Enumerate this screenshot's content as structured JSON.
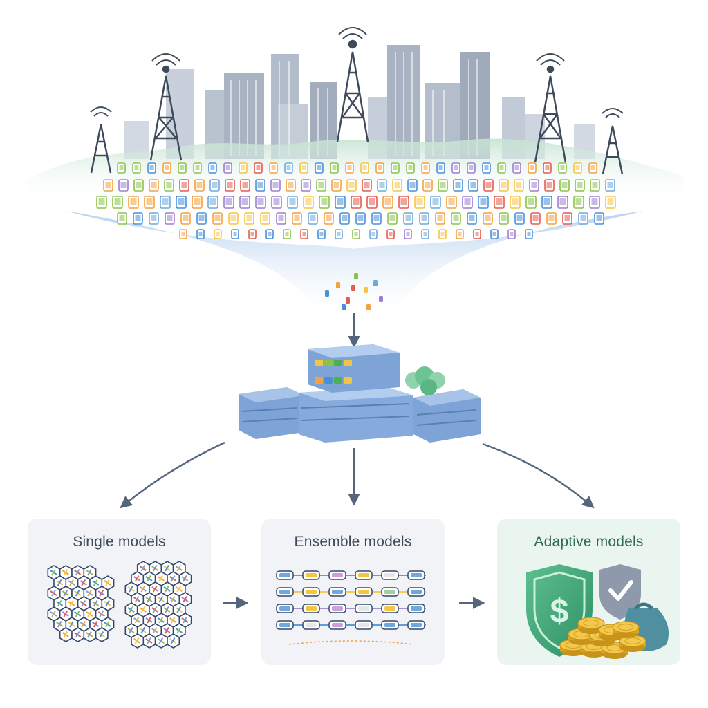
{
  "panels": {
    "single": {
      "title": "Single models",
      "icon": "hexagon-cluster-icon"
    },
    "ensemble": {
      "title": "Ensemble models",
      "icon": "model-pipeline-icon"
    },
    "adaptive": {
      "title": "Adaptive models",
      "icon": "shield-dollar-coins-icon"
    }
  },
  "scene": {
    "top": "city-skyline-with-cell-towers",
    "middle": "server-stack-icon",
    "flow": [
      "skyline-to-server",
      "server-to-models"
    ]
  },
  "colors": {
    "accent_blue": "#5b86c4",
    "server_blue": "#7ea3d6",
    "skyline_gray": "#a9b3c2",
    "green_accent": "#3fa57a",
    "coin_gold": "#e6b62e",
    "arrow": "#55657c"
  }
}
